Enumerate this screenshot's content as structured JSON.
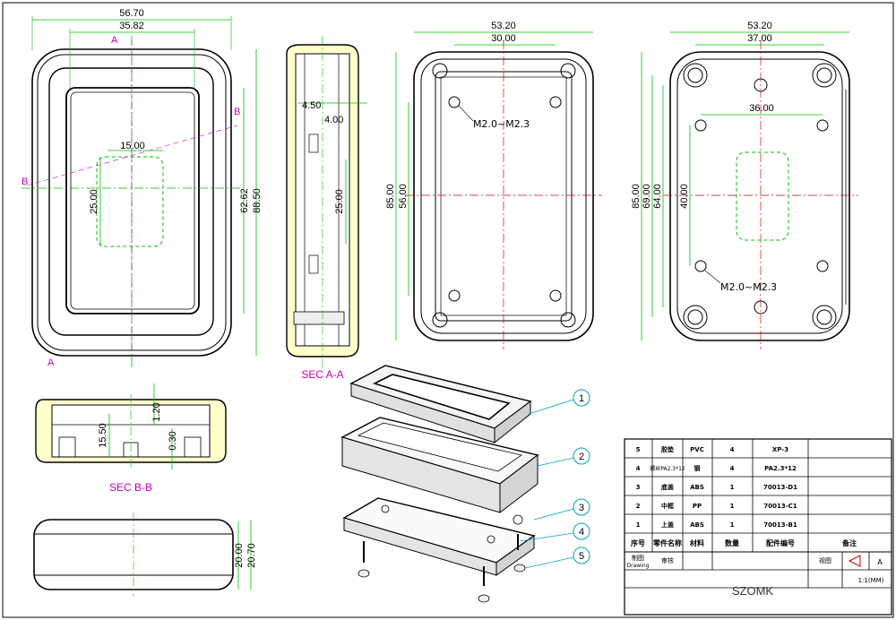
{
  "front_view": {
    "overall_width": "56.70",
    "inner_width": "35.82",
    "window_width": "15.00",
    "window_height": "25.00",
    "height_inner": "62.62",
    "height_overall": "88.50",
    "section_a": "A",
    "section_b": "B"
  },
  "sec_aa": {
    "dim_1": "4.50",
    "dim_2": "4.00",
    "dim_3": "25.00",
    "title": "SEC A-A"
  },
  "base_view": {
    "overall_width": "53.20",
    "hole_spacing": "30.00",
    "height_1": "85.00",
    "height_2": "56.00",
    "screw_note": "M2.0~M2.3"
  },
  "bottom_view": {
    "overall_width": "53.20",
    "hole_spacing_top": "37.00",
    "hole_spacing_mid": "36.00",
    "height_1": "85.00",
    "height_2": "69.00",
    "height_3": "64.00",
    "height_4": "40.00",
    "screw_note": "M2.0~M2.3"
  },
  "sec_bb": {
    "dim_1": "1.20",
    "dim_2": "15.50",
    "dim_3": "0.30",
    "title": "SEC B-B"
  },
  "side_view": {
    "dim_1": "20.00",
    "dim_2": "20.70"
  },
  "explode_view": {
    "balloons": [
      "1",
      "2",
      "3",
      "4",
      "5"
    ]
  },
  "title_block": {
    "rows": [
      {
        "no": "5",
        "name": "胶垫",
        "material": "PVC",
        "qty": "4",
        "code": "XP-3"
      },
      {
        "no": "4",
        "name": "螺丝PA2.3*12",
        "material": "钢",
        "qty": "4",
        "code": "PA2.3*12"
      },
      {
        "no": "3",
        "name": "底盖",
        "material": "ABS",
        "qty": "1",
        "code": "70013-D1"
      },
      {
        "no": "2",
        "name": "中框",
        "material": "PP",
        "qty": "1",
        "code": "70013-C1"
      },
      {
        "no": "1",
        "name": "上盖",
        "material": "ABS",
        "qty": "1",
        "code": "70013-B1"
      }
    ],
    "header": {
      "no": "序号",
      "name": "零件名称",
      "material": "材料",
      "qty": "数量",
      "code": "配件编号",
      "remark": "备注"
    },
    "drawn_label": "制图",
    "drawing_label": "Drawing",
    "check_label": "审核",
    "view_label": "视图",
    "sheet_letter": "A",
    "scale": "1:1(MM)",
    "company": "SZOMK"
  },
  "colors": {
    "outline": "#000000",
    "dimension": "#00c000",
    "centerline": "#e00000",
    "section": "#c000c0",
    "hatch_fill": "#ffffcc",
    "balloon": "#00a0c0"
  }
}
